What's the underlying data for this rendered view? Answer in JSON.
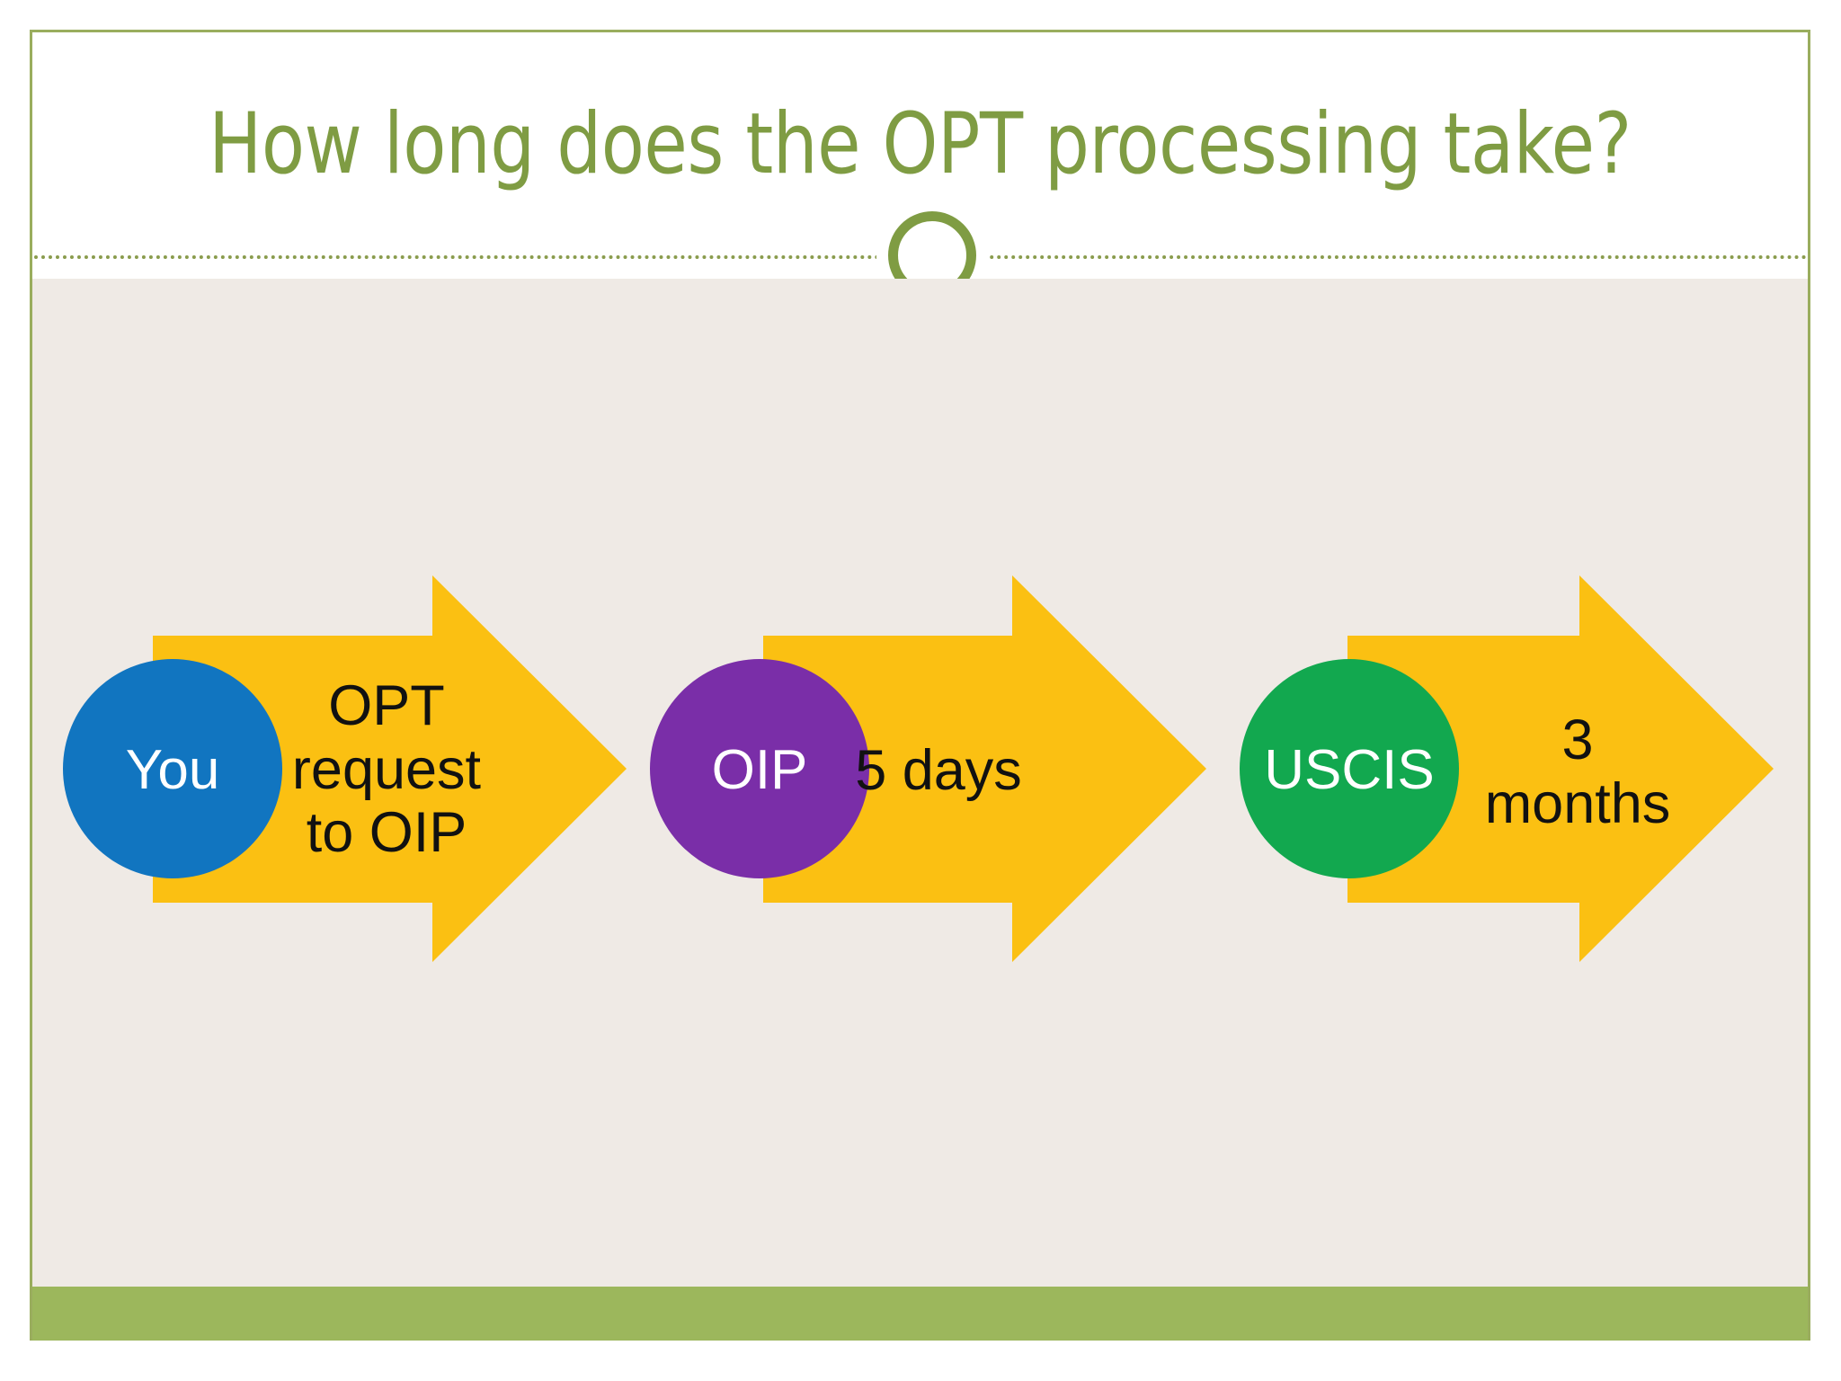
{
  "slide": {
    "title": "How long does the OPT processing take?",
    "title_color": "#7f9c43",
    "border_color": "#9aad5e",
    "divider_color": "#8a9c4d",
    "body_background": "#efeae5",
    "bottom_band_color": "#9cb75c",
    "ornament_name": "circle-ring-ornament"
  },
  "diagram": {
    "type": "process-flow",
    "arrow_color": "#fbc012",
    "arrow_text_color": "#111111",
    "steps": [
      {
        "actor": "You",
        "actor_color": "#1175c0",
        "duration_label": "OPT\nrequest\nto OIP",
        "duration_line1": "OPT",
        "duration_line2": "request",
        "duration_line3": "to OIP"
      },
      {
        "actor": "OIP",
        "actor_color": "#7a2ea8",
        "duration_label": "5 days",
        "duration_line1": "5 days",
        "duration_line2": "",
        "duration_line3": ""
      },
      {
        "actor": "USCIS",
        "actor_color": "#12a84f",
        "duration_label": "3\nmonths",
        "duration_line1": "3",
        "duration_line2": "months",
        "duration_line3": ""
      }
    ]
  }
}
